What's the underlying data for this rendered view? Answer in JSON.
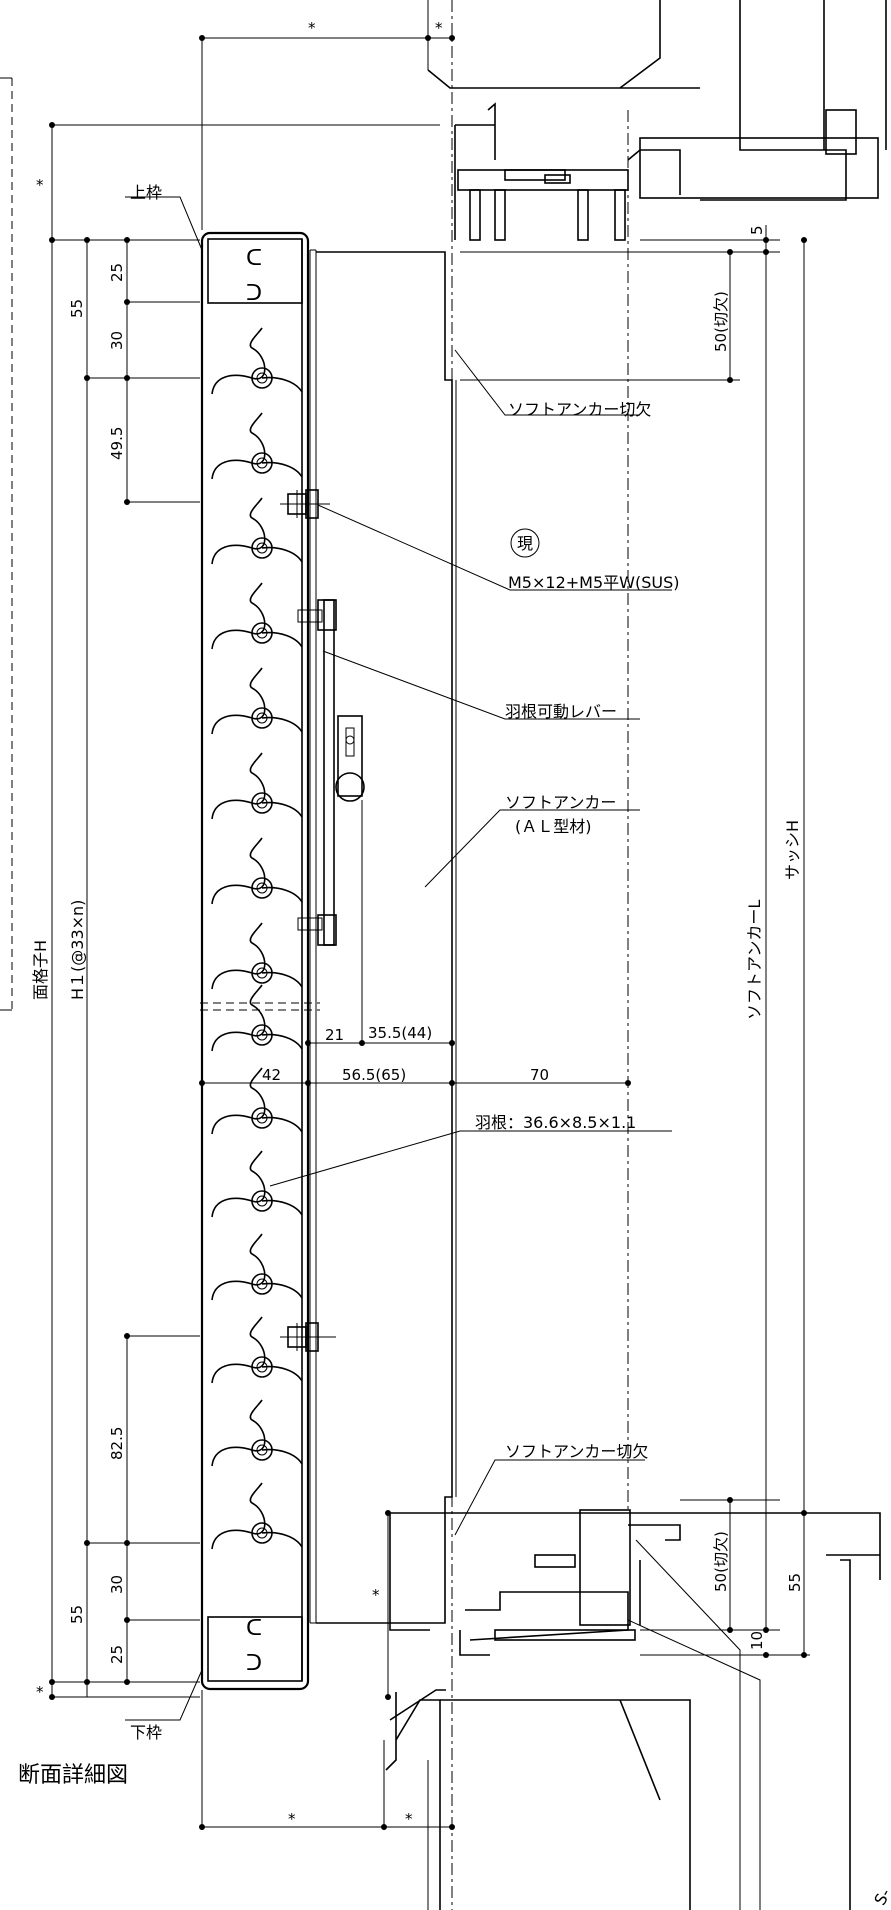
{
  "drawing_title": "断面詳細図",
  "labels": {
    "top_frame": "上枠",
    "bottom_frame": "下枠",
    "screen_h": "面格子H",
    "h1": "H１(@33×n)",
    "soft_anchor_notch_top": "ソフトアンカー切欠",
    "soft_anchor_notch_bottom": "ソフトアンカー切欠",
    "screw_mark": "現",
    "screw_spec": "M5×12+M5平W(SUS)",
    "lever": "羽根可動レバー",
    "soft_anchor": "ソフトアンカー",
    "soft_anchor_material": "(ＡＬ型材)",
    "blade": "羽根：36.6×8.5×1.1",
    "soft_anchor_l": "ソフトアンカーL",
    "sash_h": "サッシH",
    "page_mark": "S-"
  },
  "dimensions": {
    "star": "*",
    "d25": "25",
    "d30": "30",
    "d55": "55",
    "d49_5": "49.5",
    "d82_5": "82.5",
    "d5": "5",
    "d10": "10",
    "d50_notch": "50(切欠)",
    "d21": "21",
    "d35_5": "35.5(44)",
    "d42": "42",
    "d56_5": "56.5(65)",
    "d70": "70"
  }
}
